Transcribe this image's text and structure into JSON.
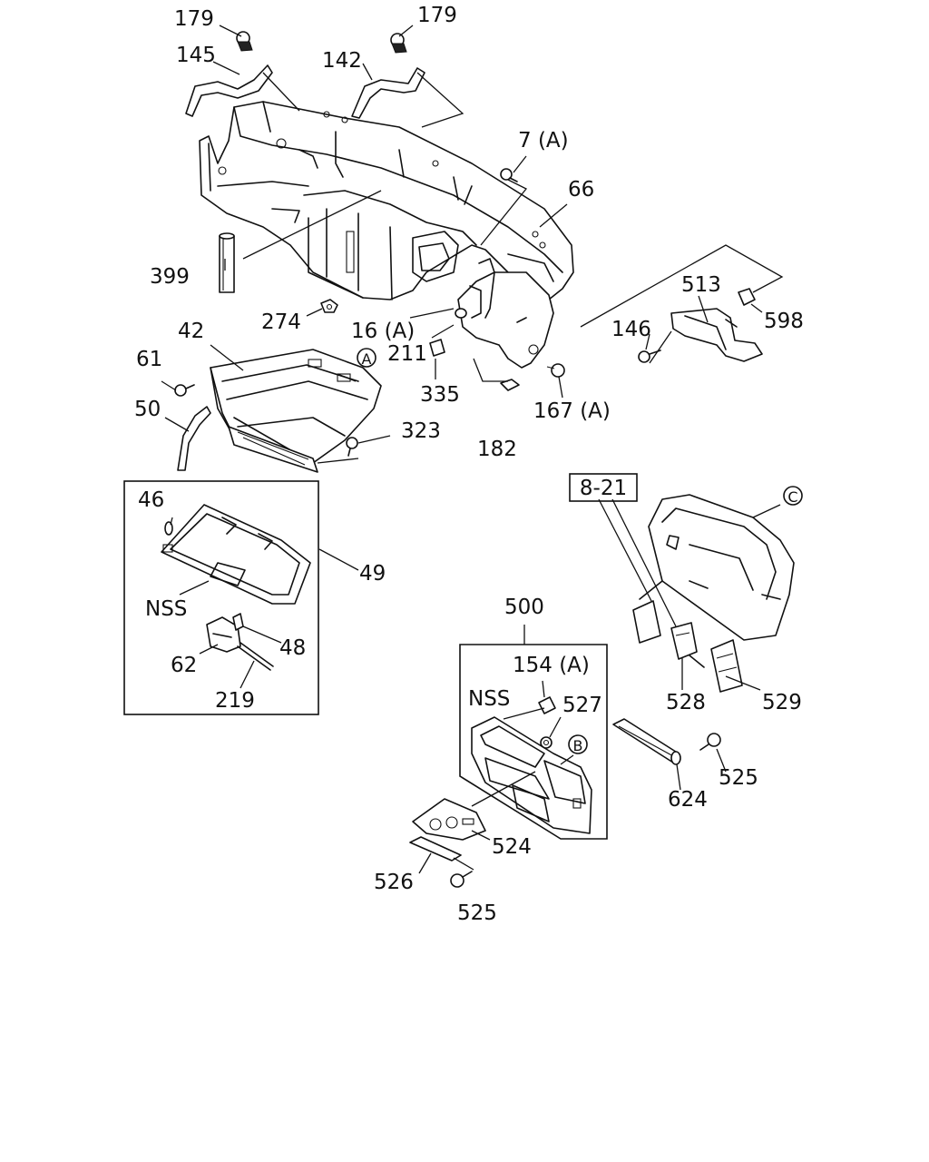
{
  "labels": {
    "p179_left": "179",
    "p179_right": "179",
    "p145": "145",
    "p142": "142",
    "p7a": "7 (A)",
    "p66": "66",
    "p399": "399",
    "p274": "274",
    "p16a": "16 (A)",
    "p211": "211",
    "p335": "335",
    "p167a": "167 (A)",
    "p182": "182",
    "p513": "513",
    "p598": "598",
    "p146": "146",
    "p42": "42",
    "p61": "61",
    "p50": "50",
    "p323": "323",
    "p46": "46",
    "p49": "49",
    "nss_left": "NSS",
    "p48": "48",
    "p62": "62",
    "p219": "219",
    "ref_8_21": "8-21",
    "p500": "500",
    "p154a": "154 (A)",
    "nss_center": "NSS",
    "p527": "527",
    "p528": "528",
    "p529": "529",
    "p525_right": "525",
    "p624": "624",
    "p524": "524",
    "p526": "526",
    "p525_bottom": "525"
  },
  "callouts": {
    "a": "A",
    "b": "B",
    "c": "C"
  }
}
